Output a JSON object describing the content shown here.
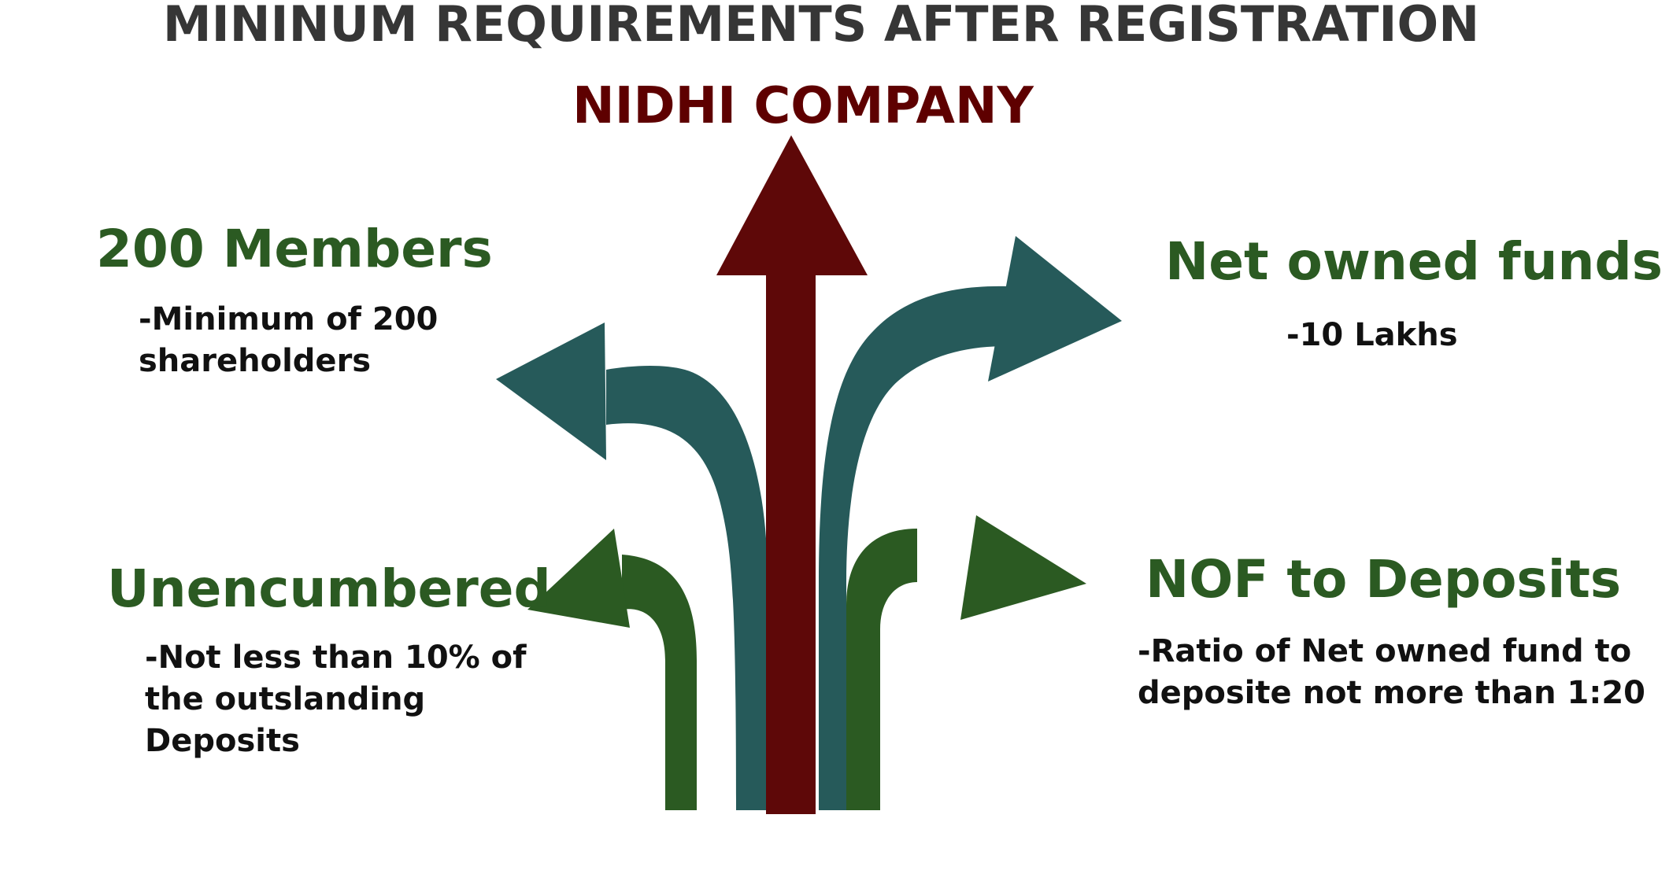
{
  "title": "MININUM REQUIREMENTS AFTER REGISTRATION",
  "subtitle": "NIDHI COMPANY",
  "colors": {
    "title": "#363636",
    "subtitle": "#5e0000",
    "heading": "#2b5a22",
    "center_arrow": "#5e0808",
    "teal_arrow": "#265a5a",
    "green_arrow": "#2b5a22",
    "description": "#111111"
  },
  "items": {
    "members": {
      "heading": "200 Members",
      "lines": [
        "-Minimum of 200",
        " shareholders"
      ]
    },
    "net_owned_funds": {
      "heading": "Net owned funds",
      "lines": [
        "-10 Lakhs"
      ]
    },
    "unencumbered": {
      "heading": "Unencumbered",
      "lines": [
        "-Not less than 10% of",
        " the outslanding",
        " Deposits"
      ]
    },
    "nof_to_deposits": {
      "heading": "NOF to Deposits",
      "lines": [
        "-Ratio of Net owned fund to",
        " deposite not more than 1:20"
      ]
    }
  }
}
